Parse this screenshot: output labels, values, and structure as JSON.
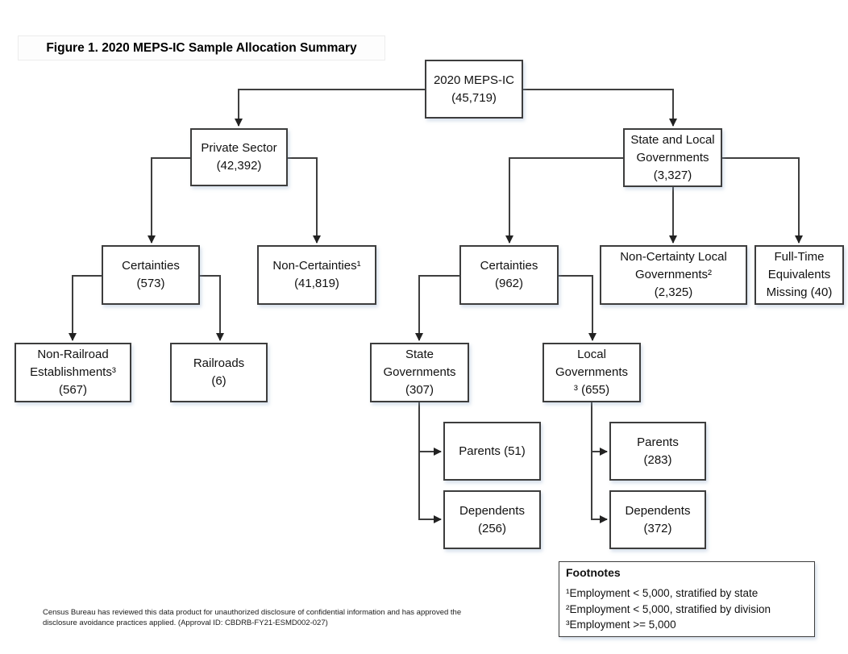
{
  "figure_title": "Figure 1. 2020 MEPS-IC Sample Allocation Summary",
  "nodes": {
    "root": {
      "lines": [
        "2020 MEPS-IC",
        "(45,719)"
      ]
    },
    "private_sector": {
      "lines": [
        "Private Sector",
        "(42,392)"
      ]
    },
    "state_local": {
      "lines": [
        "State and Local",
        "Governments",
        "(3,327)"
      ]
    },
    "certainties_private": {
      "lines": [
        "Certainties",
        "(573)"
      ]
    },
    "non_certainties": {
      "lines": [
        "Non-Certainties¹",
        "(41,819)"
      ]
    },
    "non_railroad": {
      "lines": [
        "Non-Railroad",
        "Establishments³",
        "(567)"
      ]
    },
    "railroads": {
      "lines": [
        "Railroads",
        "(6)"
      ]
    },
    "certainties_gov": {
      "lines": [
        "Certainties",
        "(962)"
      ]
    },
    "non_certainty_local": {
      "lines": [
        "Non-Certainty Local",
        "Governments²",
        "(2,325)"
      ]
    },
    "fte_missing": {
      "lines": [
        "Full-Time",
        "Equivalents",
        "Missing (40)"
      ]
    },
    "state_governments": {
      "lines": [
        "State",
        "Governments",
        "(307)"
      ]
    },
    "local_governments": {
      "lines": [
        "Local",
        "Governments",
        "³ (655)"
      ]
    },
    "parents_state": {
      "lines": [
        "Parents (51)"
      ]
    },
    "dependents_state": {
      "lines": [
        "Dependents",
        "(256)"
      ]
    },
    "parents_local": {
      "lines": [
        "Parents",
        "(283)"
      ]
    },
    "dependents_local": {
      "lines": [
        "Dependents",
        "(372)"
      ]
    }
  },
  "footnotes": {
    "heading": "Footnotes",
    "items": [
      "¹Employment < 5,000, stratified by state",
      "²Employment < 5,000, stratified by division",
      "³Employment >= 5,000"
    ]
  },
  "disclosure": {
    "line1": "Census Bureau has reviewed this data product for unauthorized disclosure of confidential information and has approved the",
    "line2": "disclosure avoidance practices applied.  (Approval ID: CBDRB-FY21-ESMD002-027)"
  },
  "colors": {
    "line": "#3f3f3f",
    "box_border": "#3d3d3d",
    "text": "#111111",
    "shadow": "#8ca5c8"
  }
}
